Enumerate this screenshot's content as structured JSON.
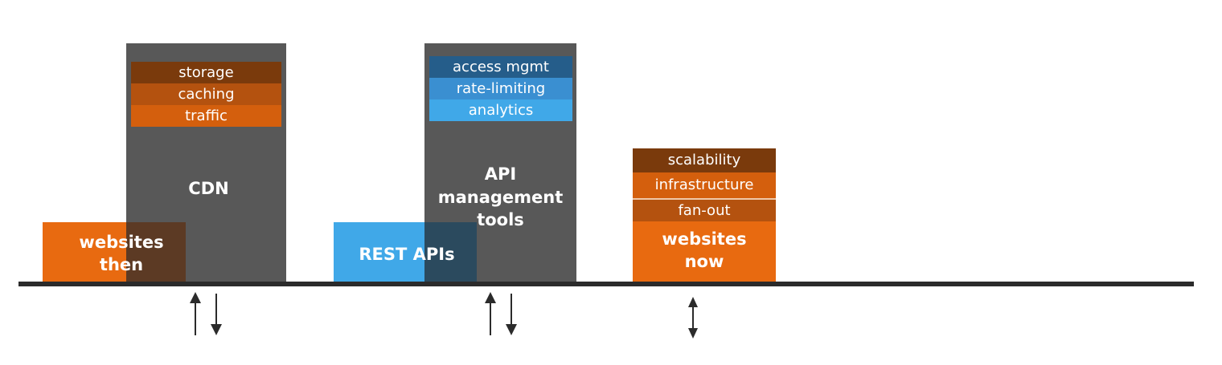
{
  "colors": {
    "dark_gray": "#585858",
    "orange": "#E86A10",
    "brown_dark": "#7A3A0C",
    "brown_mid": "#B4520F",
    "orange_mid": "#D45F0D",
    "blue_light": "#40A8E8",
    "blue_mid": "#3A8FD1",
    "blue_dark": "#255D8A",
    "overlap_dark": "#5C3A24",
    "overlap_blue": "#2B4A5E",
    "baseline": "#2b2b2b"
  },
  "icons": {
    "arrows": [
      "up-arrow-icon",
      "down-arrow-icon",
      "double-arrow-icon"
    ]
  },
  "cdn": {
    "label": "CDN",
    "tags": [
      "storage",
      "caching",
      "traffic"
    ]
  },
  "websites_then": {
    "label_line1": "websites",
    "label_line2": "then"
  },
  "api_tools": {
    "label_line1": "API",
    "label_line2": "management",
    "label_line3": "tools",
    "tags": [
      "access mgmt",
      "rate-limiting",
      "analytics"
    ]
  },
  "rest_apis": {
    "label": "REST APIs"
  },
  "websites_now": {
    "label_line1": "websites",
    "label_line2": "now",
    "tags": [
      "scalability",
      "infrastructure",
      "fan-out"
    ]
  }
}
